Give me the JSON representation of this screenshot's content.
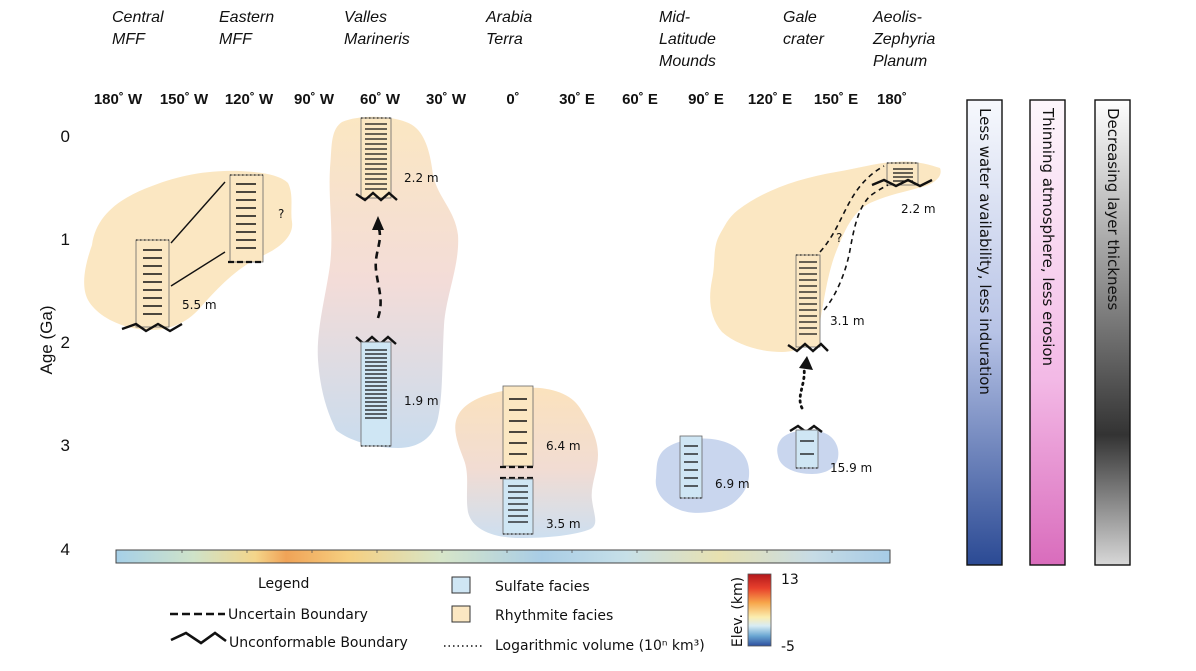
{
  "sites": [
    {
      "line1": "Central",
      "line2": "MFF",
      "line3": ""
    },
    {
      "line1": "Eastern",
      "line2": "MFF",
      "line3": ""
    },
    {
      "line1": "Valles",
      "line2": "Marineris",
      "line3": ""
    },
    {
      "line1": "Arabia",
      "line2": "Terra",
      "line3": ""
    },
    {
      "line1": "Mid-",
      "line2": "Latitude",
      "line3": "Mounds"
    },
    {
      "line1": "Gale",
      "line2": "crater",
      "line3": ""
    },
    {
      "line1": "Aeolis-",
      "line2": "Zephyria",
      "line3": "Planum"
    }
  ],
  "longitudes": [
    "180˚ W",
    "150˚ W",
    "120˚ W",
    "90˚ W",
    "60˚ W",
    "30˚ W",
    "0˚",
    "30˚ E",
    "60˚ E",
    "90˚ E",
    "120˚ E",
    "150˚ E",
    "180˚"
  ],
  "age_axis": {
    "label": "Age (Ga)",
    "ticks": [
      "0",
      "1",
      "2",
      "3",
      "4"
    ]
  },
  "thickness_labels": {
    "central_mff": "5.5 m",
    "valles_upper": "2.2 m",
    "valles_lower": "1.9 m",
    "arabia_upper": "6.4 m",
    "arabia_lower": "3.5 m",
    "mid_latitude": "6.9 m",
    "gale_upper": "3.1 m",
    "gale_lower": "15.9 m",
    "aeolis": "2.2 m"
  },
  "question_marks": {
    "eastern": "?",
    "gale": "?"
  },
  "legend": {
    "title": "Legend",
    "uncertain": "Uncertain Boundary",
    "unconformable": "Unconformable Boundary",
    "sulfate": "Sulfate facies",
    "rhythmite": "Rhythmite facies",
    "log_volume": "Logarithmic volume (10ⁿ km³)",
    "elev_label": "Elev. (km)",
    "elev_max": "13",
    "elev_min": "-5"
  },
  "trends": [
    "Less water availability, less induration",
    "Thinning atmosphere, less erosion",
    "Decreasing layer thickness"
  ],
  "colors": {
    "rhythmite": "#fbe7c2",
    "sulfate": "#cfe6f4",
    "blue_trend": "#2b4a94",
    "pink_trend": "#e07ec8",
    "gray_trend": "#333333"
  }
}
